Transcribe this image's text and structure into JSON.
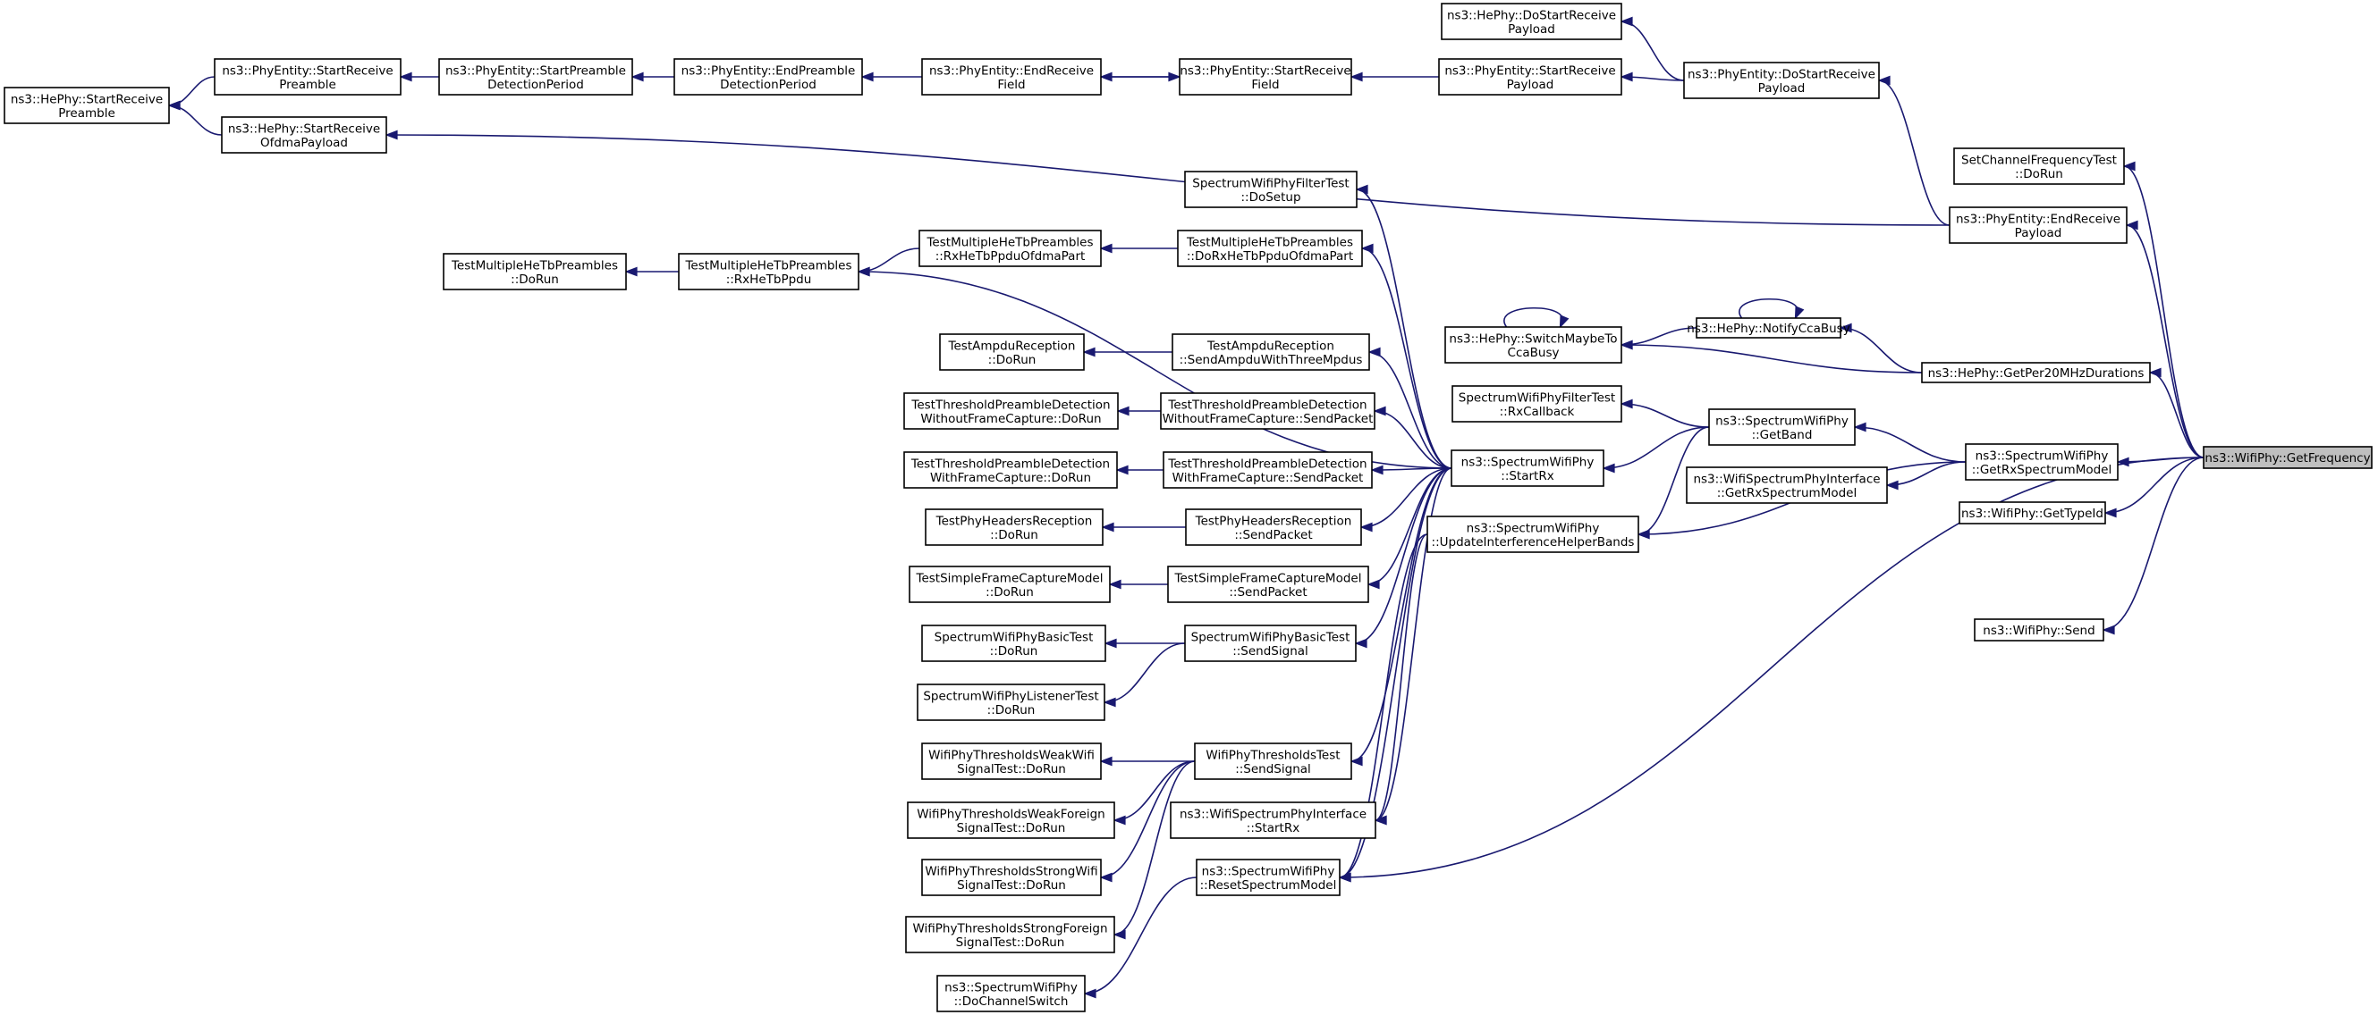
{
  "graph": {
    "edge_color": "#191970",
    "root_fill": "#bfbfbf",
    "nodes": [
      {
        "id": "n0",
        "lines": [
          "ns3::HePhy::StartReceive",
          "Preamble"
        ]
      },
      {
        "id": "n1",
        "lines": [
          "ns3::PhyEntity::StartReceive",
          "Preamble"
        ]
      },
      {
        "id": "n2",
        "lines": [
          "ns3::PhyEntity::StartPreamble",
          "DetectionPeriod"
        ]
      },
      {
        "id": "n3",
        "lines": [
          "ns3::PhyEntity::EndPreamble",
          "DetectionPeriod"
        ]
      },
      {
        "id": "n4",
        "lines": [
          "ns3::PhyEntity::EndReceive",
          "Field"
        ]
      },
      {
        "id": "n5",
        "lines": [
          "ns3::PhyEntity::StartReceive",
          "Field"
        ]
      },
      {
        "id": "n6",
        "lines": [
          "ns3::PhyEntity::StartReceive",
          "Payload"
        ]
      },
      {
        "id": "n7",
        "lines": [
          "ns3::HePhy::DoStartReceive",
          "Payload"
        ]
      },
      {
        "id": "n8",
        "lines": [
          "ns3::PhyEntity::DoStartReceive",
          "Payload"
        ]
      },
      {
        "id": "n9",
        "lines": [
          "ns3::HePhy::StartReceive",
          "OfdmaPayload"
        ]
      },
      {
        "id": "n10",
        "lines": [
          "SetChannelFrequencyTest",
          "::DoRun"
        ]
      },
      {
        "id": "n11",
        "lines": [
          "ns3::PhyEntity::EndReceive",
          "Payload"
        ]
      },
      {
        "id": "n12",
        "lines": [
          "SpectrumWifiPhyFilterTest",
          "::DoSetup"
        ]
      },
      {
        "id": "n13",
        "lines": [
          "TestMultipleHeTbPreambles",
          "::DoRun"
        ]
      },
      {
        "id": "n14",
        "lines": [
          "TestMultipleHeTbPreambles",
          "::RxHeTbPpdu"
        ]
      },
      {
        "id": "n15",
        "lines": [
          "TestMultipleHeTbPreambles",
          "::RxHeTbPpduOfdmaPart"
        ]
      },
      {
        "id": "n16",
        "lines": [
          "TestMultipleHeTbPreambles",
          "::DoRxHeTbPpduOfdmaPart"
        ]
      },
      {
        "id": "n17",
        "lines": [
          "ns3::HePhy::SwitchMaybeTo",
          "CcaBusy"
        ]
      },
      {
        "id": "n18",
        "lines": [
          "ns3::HePhy::NotifyCcaBusy"
        ]
      },
      {
        "id": "n19",
        "lines": [
          "ns3::HePhy::GetPer20MHzDurations"
        ]
      },
      {
        "id": "n20",
        "lines": [
          "TestAmpduReception",
          "::DoRun"
        ]
      },
      {
        "id": "n21",
        "lines": [
          "TestAmpduReception",
          "::SendAmpduWithThreeMpdus"
        ]
      },
      {
        "id": "n22",
        "lines": [
          "SpectrumWifiPhyFilterTest",
          "::RxCallback"
        ]
      },
      {
        "id": "n23",
        "lines": [
          "ns3::SpectrumWifiPhy",
          "::GetBand"
        ]
      },
      {
        "id": "n24",
        "lines": [
          "TestThresholdPreambleDetection",
          "WithoutFrameCapture::DoRun"
        ]
      },
      {
        "id": "n25",
        "lines": [
          "TestThresholdPreambleDetection",
          "WithoutFrameCapture::SendPacket"
        ]
      },
      {
        "id": "n26",
        "lines": [
          "ns3::SpectrumWifiPhy",
          "::StartRx"
        ]
      },
      {
        "id": "n27",
        "lines": [
          "ns3::SpectrumWifiPhy",
          "::GetRxSpectrumModel"
        ]
      },
      {
        "id": "n28",
        "lines": [
          "ns3::WifiPhy::GetFrequency"
        ]
      },
      {
        "id": "n29",
        "lines": [
          "TestThresholdPreambleDetection",
          "WithFrameCapture::DoRun"
        ]
      },
      {
        "id": "n30",
        "lines": [
          "TestThresholdPreambleDetection",
          "WithFrameCapture::SendPacket"
        ]
      },
      {
        "id": "n31",
        "lines": [
          "ns3::WifiSpectrumPhyInterface",
          "::GetRxSpectrumModel"
        ]
      },
      {
        "id": "n32",
        "lines": [
          "ns3::WifiPhy::GetTypeId"
        ]
      },
      {
        "id": "n33",
        "lines": [
          "TestPhyHeadersReception",
          "::DoRun"
        ]
      },
      {
        "id": "n34",
        "lines": [
          "TestPhyHeadersReception",
          "::SendPacket"
        ]
      },
      {
        "id": "n35",
        "lines": [
          "ns3::SpectrumWifiPhy",
          "::UpdateInterferenceHelperBands"
        ]
      },
      {
        "id": "n36",
        "lines": [
          "TestSimpleFrameCaptureModel",
          "::DoRun"
        ]
      },
      {
        "id": "n37",
        "lines": [
          "TestSimpleFrameCaptureModel",
          "::SendPacket"
        ]
      },
      {
        "id": "n38",
        "lines": [
          "ns3::WifiPhy::Send"
        ]
      },
      {
        "id": "n39",
        "lines": [
          "SpectrumWifiPhyBasicTest",
          "::DoRun"
        ]
      },
      {
        "id": "n40",
        "lines": [
          "SpectrumWifiPhyBasicTest",
          "::SendSignal"
        ]
      },
      {
        "id": "n41",
        "lines": [
          "SpectrumWifiPhyListenerTest",
          "::DoRun"
        ]
      },
      {
        "id": "n42",
        "lines": [
          "WifiPhyThresholdsWeakWifi",
          "SignalTest::DoRun"
        ]
      },
      {
        "id": "n43",
        "lines": [
          "WifiPhyThresholdsTest",
          "::SendSignal"
        ]
      },
      {
        "id": "n44",
        "lines": [
          "WifiPhyThresholdsWeakForeign",
          "SignalTest::DoRun"
        ]
      },
      {
        "id": "n45",
        "lines": [
          "ns3::WifiSpectrumPhyInterface",
          "::StartRx"
        ]
      },
      {
        "id": "n46",
        "lines": [
          "WifiPhyThresholdsStrongWifi",
          "SignalTest::DoRun"
        ]
      },
      {
        "id": "n47",
        "lines": [
          "ns3::SpectrumWifiPhy",
          "::ResetSpectrumModel"
        ]
      },
      {
        "id": "n48",
        "lines": [
          "WifiPhyThresholdsStrongForeign",
          "SignalTest::DoRun"
        ]
      },
      {
        "id": "n49",
        "lines": [
          "ns3::SpectrumWifiPhy",
          "::DoChannelSwitch"
        ]
      }
    ],
    "edges": [
      [
        "n1",
        "n0"
      ],
      [
        "n2",
        "n1"
      ],
      [
        "n3",
        "n2"
      ],
      [
        "n4",
        "n3"
      ],
      [
        "n5",
        "n4"
      ],
      [
        "n4",
        "n5"
      ],
      [
        "n6",
        "n5"
      ],
      [
        "n8",
        "n6"
      ],
      [
        "n8",
        "n7"
      ],
      [
        "n11",
        "n8"
      ],
      [
        "n11",
        "n9"
      ],
      [
        "n9",
        "n0"
      ],
      [
        "n28",
        "n10"
      ],
      [
        "n28",
        "n11"
      ],
      [
        "n28",
        "n19"
      ],
      [
        "n19",
        "n18"
      ],
      [
        "n19",
        "n17"
      ],
      [
        "n18",
        "n17"
      ],
      [
        "n18",
        "n18"
      ],
      [
        "n17",
        "n17"
      ],
      [
        "n28",
        "n27"
      ],
      [
        "n27",
        "n23"
      ],
      [
        "n27",
        "n31"
      ],
      [
        "n27",
        "n35"
      ],
      [
        "n23",
        "n22"
      ],
      [
        "n23",
        "n26"
      ],
      [
        "n23",
        "n35"
      ],
      [
        "n26",
        "n12"
      ],
      [
        "n26",
        "n14"
      ],
      [
        "n26",
        "n16"
      ],
      [
        "n26",
        "n21"
      ],
      [
        "n26",
        "n25"
      ],
      [
        "n26",
        "n30"
      ],
      [
        "n26",
        "n34"
      ],
      [
        "n26",
        "n37"
      ],
      [
        "n26",
        "n40"
      ],
      [
        "n26",
        "n43"
      ],
      [
        "n26",
        "n45"
      ],
      [
        "n26",
        "n47"
      ],
      [
        "n14",
        "n13"
      ],
      [
        "n15",
        "n14"
      ],
      [
        "n16",
        "n15"
      ],
      [
        "n21",
        "n20"
      ],
      [
        "n25",
        "n24"
      ],
      [
        "n30",
        "n29"
      ],
      [
        "n34",
        "n33"
      ],
      [
        "n37",
        "n36"
      ],
      [
        "n40",
        "n39"
      ],
      [
        "n40",
        "n41"
      ],
      [
        "n43",
        "n42"
      ],
      [
        "n43",
        "n44"
      ],
      [
        "n43",
        "n46"
      ],
      [
        "n43",
        "n48"
      ],
      [
        "n35",
        "n45"
      ],
      [
        "n35",
        "n47"
      ],
      [
        "n47",
        "n49"
      ],
      [
        "n28",
        "n32"
      ],
      [
        "n28",
        "n38"
      ],
      [
        "n28",
        "n47"
      ]
    ]
  }
}
